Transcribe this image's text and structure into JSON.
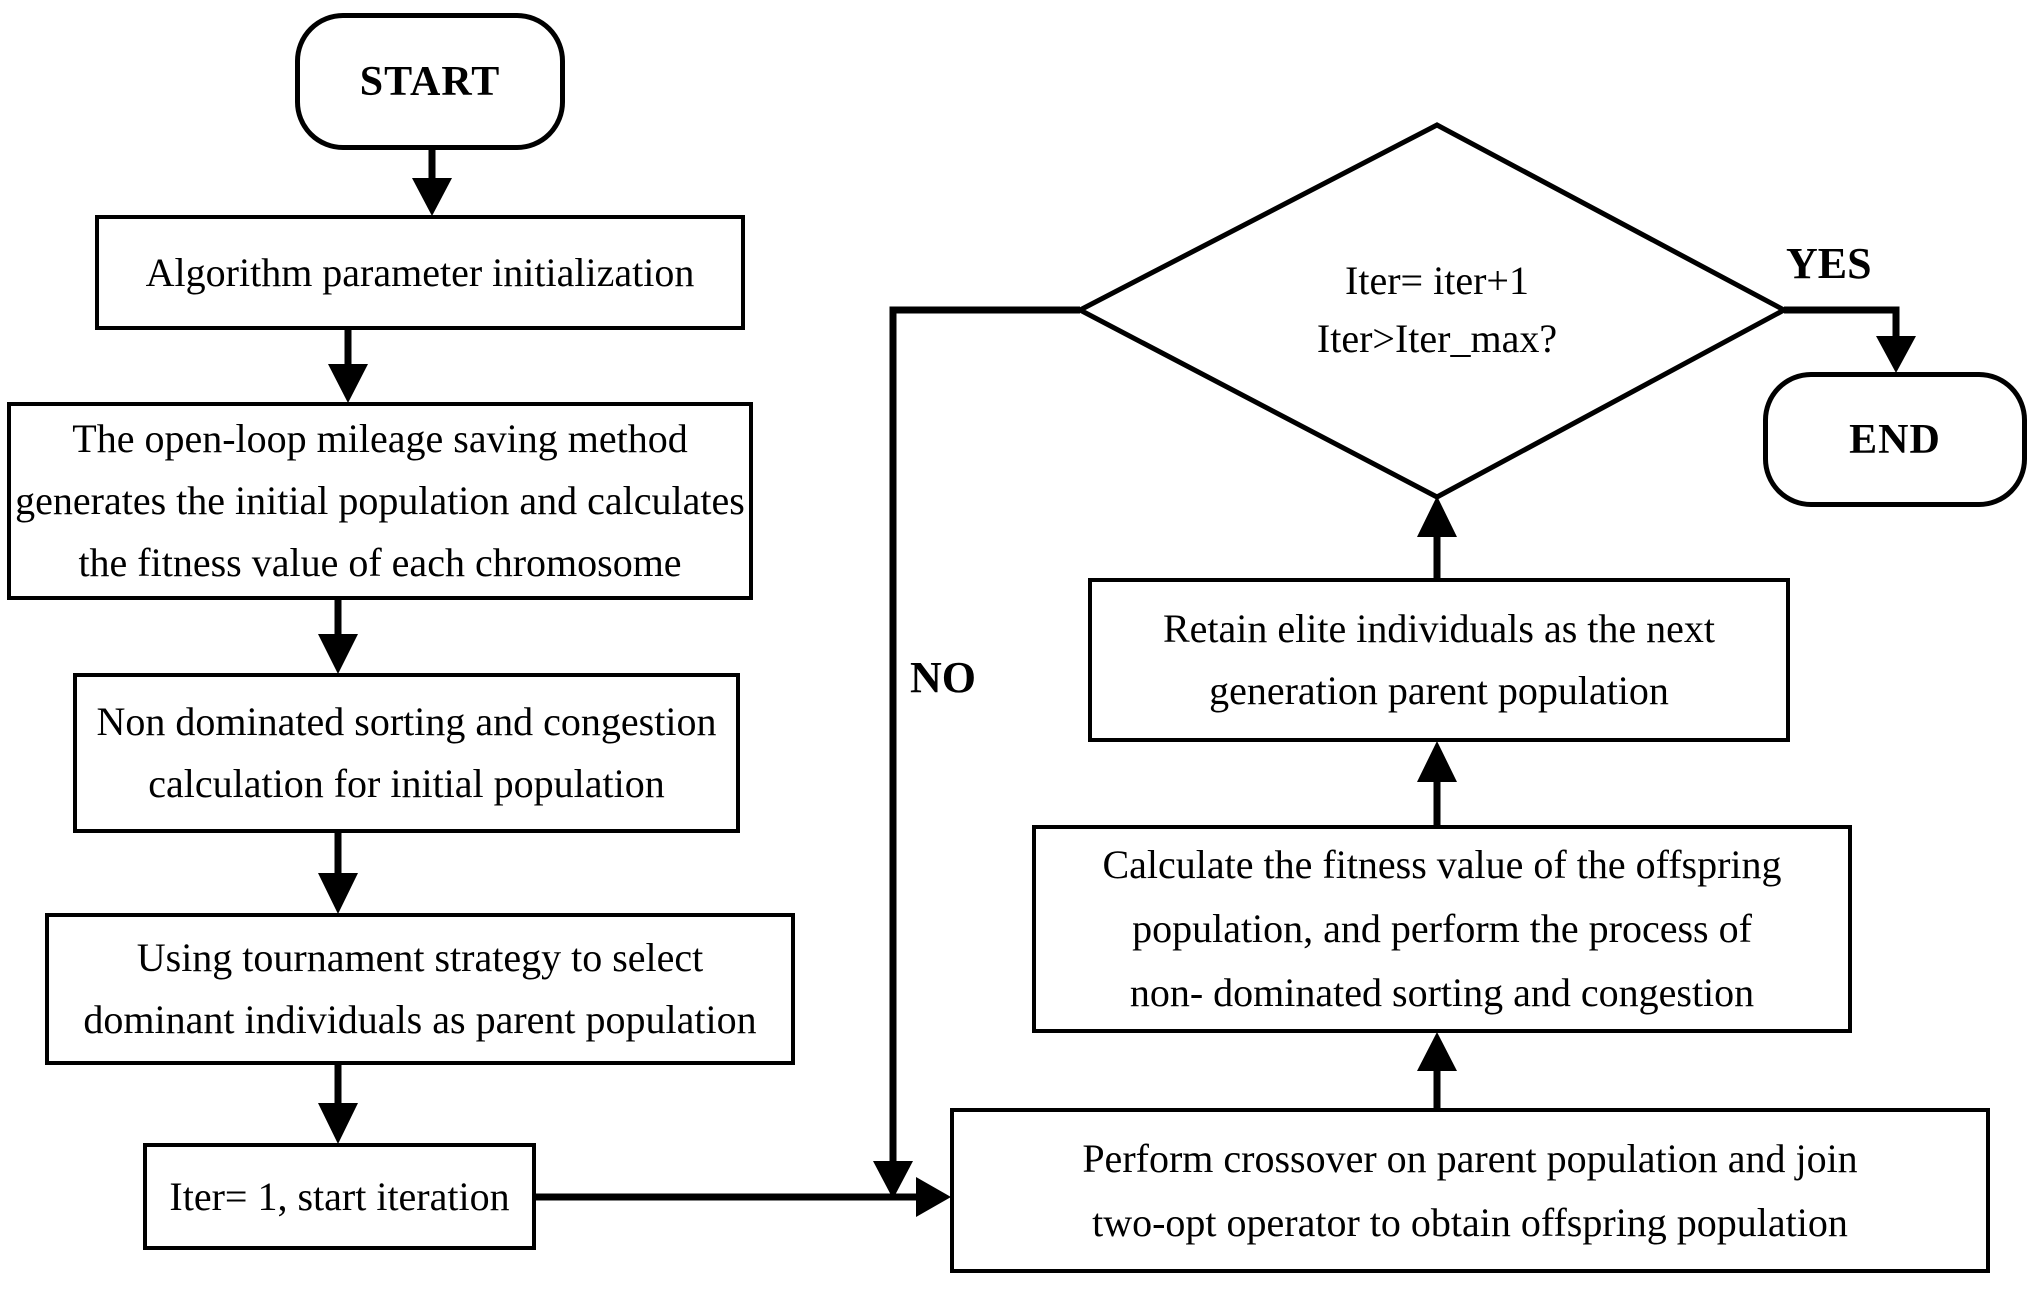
{
  "nodes": {
    "start": {
      "label": "START"
    },
    "init": {
      "lines": [
        "Algorithm parameter initialization"
      ]
    },
    "generate": {
      "lines": [
        "The open-loop mileage saving method",
        "generates the initial population and calculates",
        "the fitness value of each chromosome"
      ]
    },
    "sorting": {
      "lines": [
        "Non dominated sorting and congestion",
        "calculation for initial population"
      ]
    },
    "tournament": {
      "lines": [
        "Using tournament strategy to select",
        "dominant individuals as parent population"
      ]
    },
    "iter_start": {
      "lines": [
        "Iter= 1, start iteration"
      ]
    },
    "crossover": {
      "lines": [
        "Perform crossover on parent population and join",
        "two-opt operator to obtain offspring population"
      ]
    },
    "fitness": {
      "lines": [
        "Calculate the fitness value of the offspring",
        "population, and perform the process of",
        "non- dominated sorting and congestion"
      ]
    },
    "retain": {
      "lines": [
        "Retain elite individuals as the next",
        "generation parent population"
      ]
    },
    "decision": {
      "lines": [
        "Iter= iter+1",
        "Iter>Iter_max?"
      ]
    },
    "end": {
      "label": "END"
    }
  },
  "edge_labels": {
    "yes": "YES",
    "no": "NO"
  },
  "colors": {
    "ink": "#000000",
    "paper": "#ffffff"
  }
}
